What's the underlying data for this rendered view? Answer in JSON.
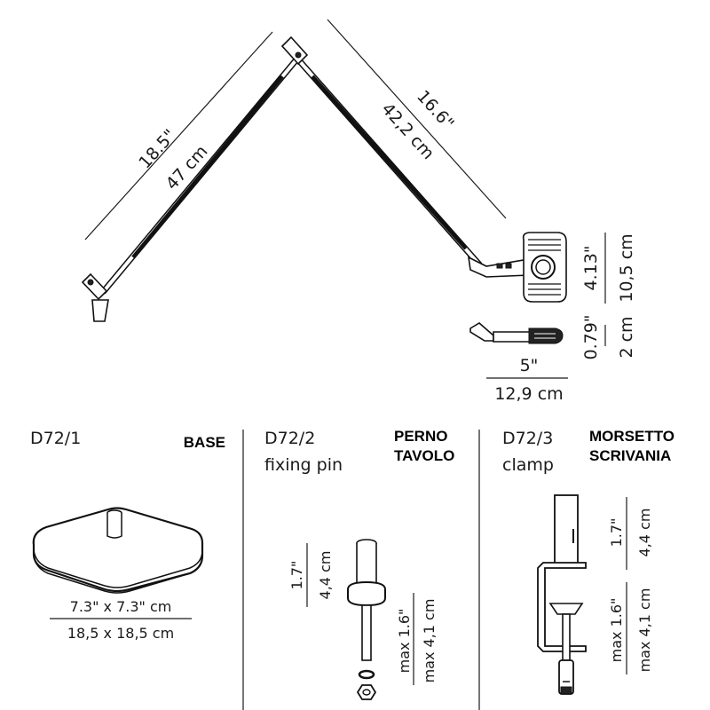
{
  "lamp": {
    "arm_lower_in": "18.5\"",
    "arm_lower_cm": "47 cm",
    "arm_upper_in": "16.6\"",
    "arm_upper_cm": "42,2 cm",
    "head_height_in": "4.13\"",
    "head_height_cm": "10,5 cm",
    "head_thick_in": "0.79\"",
    "head_thick_cm": "2 cm",
    "head_width_in": "5\"",
    "head_width_cm": "12,9 cm"
  },
  "base": {
    "code": "D72/1",
    "name": "BASE",
    "size_in": "7.3\" x 7.3\" cm",
    "size_cm": "18,5 x 18,5 cm"
  },
  "pin": {
    "code": "D72/2",
    "name_en": "fixing pin",
    "name_it_1": "PERNO",
    "name_it_2": "TAVOLO",
    "height_in": "1.7\"",
    "height_cm": "4,4 cm",
    "max_in": "max 1.6\"",
    "max_cm": "max 4,1 cm"
  },
  "clamp": {
    "code": "D72/3",
    "name_en": "clamp",
    "name_it_1": "MORSETTO",
    "name_it_2": "SCRIVANIA",
    "height_in": "1.7\"",
    "height_cm": "4,4 cm",
    "max_in": "max 1.6\"",
    "max_cm": "max 4,1 cm"
  }
}
